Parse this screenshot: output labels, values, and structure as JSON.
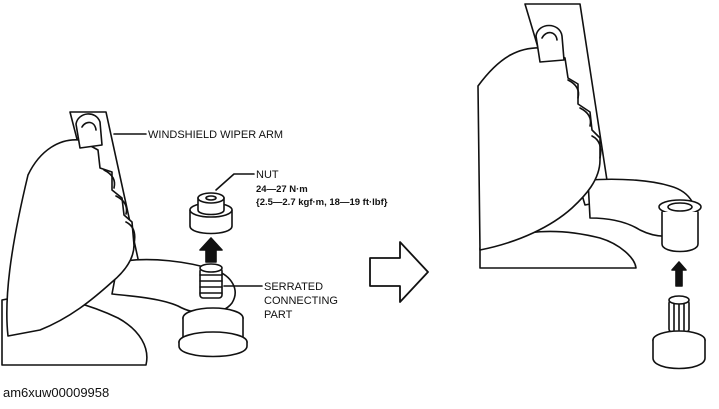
{
  "labels": {
    "wiper_arm": "WINDSHIELD WIPER ARM",
    "nut": "NUT",
    "torque_nm": "24—27 N·m",
    "torque_alt": "{2.5—2.7 kgf·m, 18—19 ft·lbf}",
    "serrated_line1": "SERRATED",
    "serrated_line2": "CONNECTING",
    "serrated_line3": "PART"
  },
  "caption": "am6xuw00009958",
  "colors": {
    "ink": "#111111",
    "paper": "#ffffff"
  }
}
